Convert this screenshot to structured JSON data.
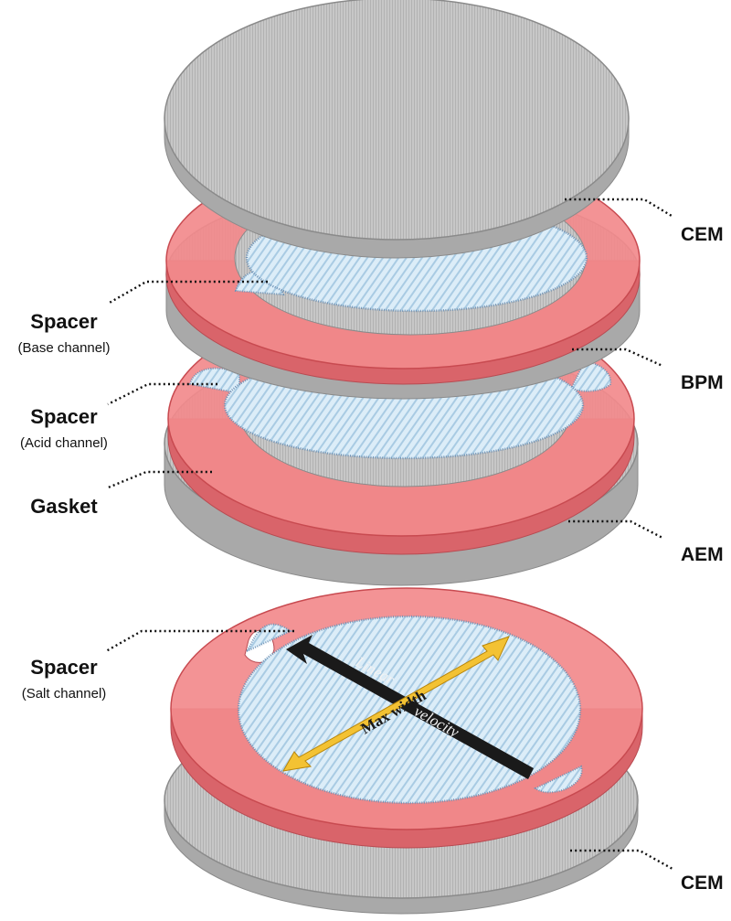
{
  "labels": {
    "cem_top": "CEM",
    "bpm": "BPM",
    "aem": "AEM",
    "cem_bottom": "CEM",
    "spacer_base": "Spacer",
    "spacer_base_sub": "(Base channel)",
    "spacer_acid": "Spacer",
    "spacer_acid_sub": "(Acid channel)",
    "gasket": "Gasket",
    "spacer_salt": "Spacer",
    "spacer_salt_sub": "(Salt channel)"
  },
  "arrows": {
    "flow_word1": "Linear",
    "flow_word2": "velocity",
    "width_label": "Max width"
  },
  "colors": {
    "membrane": "#c4c4c4",
    "membrane_edge": "#8a8a8a",
    "gasket": "#f08080",
    "gasket_edge": "#c84a50",
    "spacer": "#cfe6f4",
    "spacer_edge": "#6f93b6",
    "flow_arrow": "#1a1a1a",
    "width_arrow": "#f3c233"
  }
}
